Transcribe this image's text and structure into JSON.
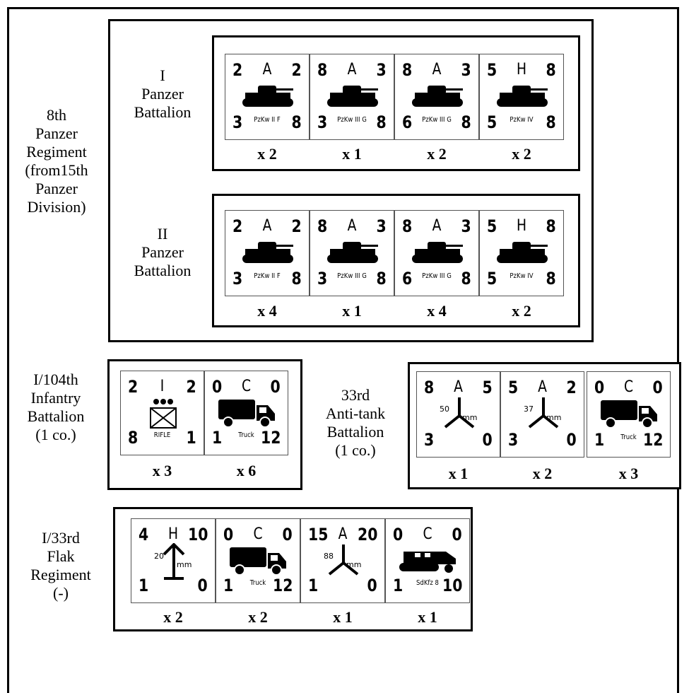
{
  "units": {
    "panzer_regiment": [
      "8th",
      "Panzer",
      "Regiment",
      "(from15th",
      "Panzer",
      "Division)"
    ],
    "panzer_bn_1": [
      "I",
      "Panzer",
      "Battalion"
    ],
    "panzer_bn_2": [
      "II",
      "Panzer",
      "Battalion"
    ],
    "infantry_bn": [
      "I/104th",
      "Infantry",
      "Battalion",
      "(1 co.)"
    ],
    "antitank_bn": [
      "33rd",
      "Anti-tank",
      "Battalion",
      "(1 co.)"
    ],
    "flak_regiment": [
      "I/33rd",
      "Flak",
      "Regiment",
      "(-)"
    ]
  },
  "group1": {
    "counters": [
      {
        "tl": "2",
        "tc": "A",
        "tr": "2",
        "bl": "3",
        "br": "8",
        "name": "PzKw II F",
        "icon": "tank-icon"
      },
      {
        "tl": "8",
        "tc": "A",
        "tr": "3",
        "bl": "3",
        "br": "8",
        "name": "PzKw III G",
        "icon": "tank-icon"
      },
      {
        "tl": "8",
        "tc": "A",
        "tr": "3",
        "bl": "6",
        "br": "8",
        "name": "PzKw III G",
        "icon": "tank-icon"
      },
      {
        "tl": "5",
        "tc": "H",
        "tr": "8",
        "bl": "5",
        "br": "8",
        "name": "PzKw IV",
        "icon": "tank-icon"
      }
    ],
    "mults": [
      "x 2",
      "x 1",
      "x 2",
      "x 2"
    ]
  },
  "group2": {
    "counters": [
      {
        "tl": "2",
        "tc": "A",
        "tr": "2",
        "bl": "3",
        "br": "8",
        "name": "PzKw II F",
        "icon": "tank-icon"
      },
      {
        "tl": "8",
        "tc": "A",
        "tr": "3",
        "bl": "3",
        "br": "8",
        "name": "PzKw III G",
        "icon": "tank-icon"
      },
      {
        "tl": "8",
        "tc": "A",
        "tr": "3",
        "bl": "6",
        "br": "8",
        "name": "PzKw III G",
        "icon": "tank-icon"
      },
      {
        "tl": "5",
        "tc": "H",
        "tr": "8",
        "bl": "5",
        "br": "8",
        "name": "PzKw IV",
        "icon": "tank-icon"
      }
    ],
    "mults": [
      "x 4",
      "x 1",
      "x 4",
      "x 2"
    ]
  },
  "group3": {
    "counters": [
      {
        "tl": "2",
        "tc": "I",
        "tr": "2",
        "bl": "8",
        "br": "1",
        "name": "RIFLE",
        "icon": "infantry-icon"
      },
      {
        "tl": "0",
        "tc": "C",
        "tr": "0",
        "bl": "1",
        "br": "12",
        "name": "Truck",
        "icon": "truck-icon"
      }
    ],
    "mults": [
      "x 3",
      "x 6"
    ]
  },
  "group4": {
    "counters": [
      {
        "tl": "8",
        "tc": "A",
        "tr": "5",
        "bl": "3",
        "br": "0",
        "name": "",
        "icon": "antitank-gun-icon",
        "caliber": "50",
        "unit": "mm"
      },
      {
        "tl": "5",
        "tc": "A",
        "tr": "2",
        "bl": "3",
        "br": "0",
        "name": "",
        "icon": "antitank-gun-icon",
        "caliber": "37",
        "unit": "mm"
      },
      {
        "tl": "0",
        "tc": "C",
        "tr": "0",
        "bl": "1",
        "br": "12",
        "name": "Truck",
        "icon": "truck-icon"
      }
    ],
    "mults": [
      "x 1",
      "x 2",
      "x 3"
    ]
  },
  "group5": {
    "counters": [
      {
        "tl": "4",
        "tc": "H",
        "tr": "10",
        "bl": "1",
        "br": "0",
        "name": "",
        "icon": "flak-gun-icon",
        "caliber": "20",
        "unit": "mm"
      },
      {
        "tl": "0",
        "tc": "C",
        "tr": "0",
        "bl": "1",
        "br": "12",
        "name": "Truck",
        "icon": "truck-icon"
      },
      {
        "tl": "15",
        "tc": "A",
        "tr": "20",
        "bl": "1",
        "br": "0",
        "name": "",
        "icon": "antitank-gun-icon",
        "caliber": "88",
        "unit": "mm"
      },
      {
        "tl": "0",
        "tc": "C",
        "tr": "0",
        "bl": "1",
        "br": "10",
        "name": "SdKfz 8",
        "icon": "halftrack-icon"
      }
    ],
    "mults": [
      "x 2",
      "x 2",
      "x 1",
      "x 1"
    ]
  }
}
